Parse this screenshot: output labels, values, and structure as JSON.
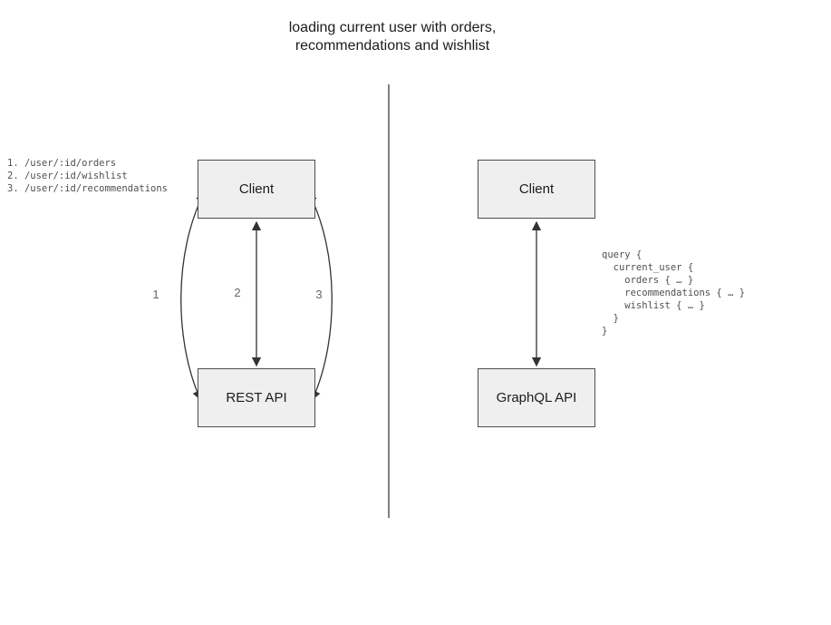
{
  "title": {
    "line1": "loading current user with orders,",
    "line2": "recommendations and wishlist"
  },
  "left_panel": {
    "endpoints": [
      "1. /user/:id/orders",
      "2. /user/:id/wishlist",
      "3. /user/:id/recommendations"
    ],
    "client_label": "Client",
    "api_label": "REST API",
    "arrow_labels": [
      "1",
      "2",
      "3"
    ]
  },
  "right_panel": {
    "client_label": "Client",
    "api_label": "GraphQL API",
    "query_code": "query {\n  current_user {\n    orders { … }\n    recommendations { … }\n    wishlist { … }\n  }\n}"
  },
  "colors": {
    "box_fill": "#efefef",
    "box_border": "#4d4d4d",
    "arrow": "#333333",
    "divider": "#808080",
    "code_text": "#4f4f4f",
    "label_text": "#666666"
  }
}
